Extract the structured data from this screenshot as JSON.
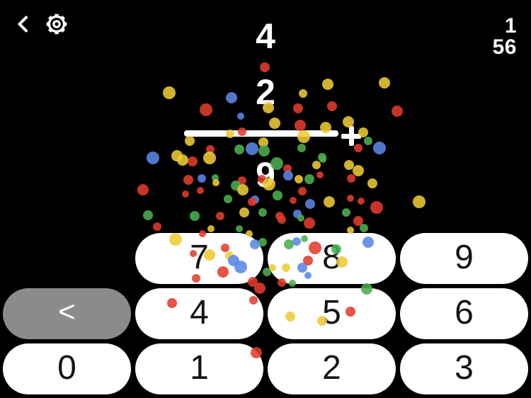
{
  "nav": {
    "back_icon": "chevron-left",
    "settings_icon": "gear"
  },
  "top_right": {
    "line1": "1",
    "line2": "56"
  },
  "problem": {
    "operand1": "4",
    "operand2": "2",
    "operator": "+",
    "answer": "9"
  },
  "keypad": {
    "keys": [
      "7",
      "8",
      "9",
      "<",
      "4",
      "5",
      "6",
      "0",
      "1",
      "2",
      "3"
    ]
  },
  "colors": {
    "background": "#000000",
    "text": "#FFFFFF",
    "key_bg": "#FFFFFF",
    "key_text": "#141414",
    "backspace_bg": "#8B8B8B",
    "backspace_text": "#FFFFFF",
    "confetti": {
      "r": "#E23B2E",
      "y": "#EECB35",
      "b": "#5B86E8",
      "g": "#4CAF50"
    }
  },
  "confetti_dots": [
    [
      374,
      95,
      7,
      "r"
    ],
    [
      239,
      131,
      9,
      "y"
    ],
    [
      463,
      119,
      8,
      "y"
    ],
    [
      543,
      117,
      8,
      "y"
    ],
    [
      428,
      132,
      6,
      "y"
    ],
    [
      327,
      138,
      8,
      "b"
    ],
    [
      291,
      155,
      9,
      "r"
    ],
    [
      340,
      164,
      5,
      "b"
    ],
    [
      379,
      152,
      8,
      "y"
    ],
    [
      469,
      150,
      7,
      "r"
    ],
    [
      421,
      153,
      7,
      "r"
    ],
    [
      561,
      157,
      8,
      "r"
    ],
    [
      268,
      199,
      7,
      "y"
    ],
    [
      297,
      211,
      6,
      "r"
    ],
    [
      272,
      228,
      7,
      "r"
    ],
    [
      285,
      252,
      6,
      "b"
    ],
    [
      216,
      223,
      9,
      "b"
    ],
    [
      250,
      220,
      8,
      "y"
    ],
    [
      258,
      226,
      8,
      "y"
    ],
    [
      296,
      223,
      9,
      "y"
    ],
    [
      325,
      189,
      6,
      "y"
    ],
    [
      342,
      186,
      6,
      "r"
    ],
    [
      388,
      174,
      8,
      "y"
    ],
    [
      424,
      177,
      8,
      "r"
    ],
    [
      460,
      180,
      8,
      "y"
    ],
    [
      492,
      172,
      8,
      "y"
    ],
    [
      513,
      187,
      7,
      "y"
    ],
    [
      520,
      199,
      6,
      "g"
    ],
    [
      506,
      209,
      6,
      "r"
    ],
    [
      536,
      209,
      9,
      "b"
    ],
    [
      429,
      193,
      9,
      "y"
    ],
    [
      426,
      209,
      6,
      "g"
    ],
    [
      455,
      222,
      6,
      "g"
    ],
    [
      372,
      201,
      7,
      "y"
    ],
    [
      373,
      213,
      8,
      "g"
    ],
    [
      356,
      210,
      9,
      "b"
    ],
    [
      338,
      211,
      7,
      "g"
    ],
    [
      391,
      231,
      9,
      "g"
    ],
    [
      406,
      238,
      6,
      "r"
    ],
    [
      447,
      233,
      6,
      "y"
    ],
    [
      456,
      225,
      5,
      "g"
    ],
    [
      493,
      233,
      7,
      "y"
    ],
    [
      506,
      241,
      8,
      "y"
    ],
    [
      496,
      252,
      6,
      "r"
    ],
    [
      526,
      259,
      7,
      "y"
    ],
    [
      510,
      284,
      5,
      "r"
    ],
    [
      532,
      293,
      9,
      "r"
    ],
    [
      592,
      285,
      9,
      "y"
    ],
    [
      506,
      312,
      7,
      "r"
    ],
    [
      452,
      247,
      5,
      "r"
    ],
    [
      437,
      253,
      7,
      "g"
    ],
    [
      422,
      253,
      6,
      "y"
    ],
    [
      407,
      248,
      7,
      "b"
    ],
    [
      370,
      253,
      6,
      "r"
    ],
    [
      380,
      260,
      9,
      "y"
    ],
    [
      342,
      255,
      6,
      "r"
    ],
    [
      304,
      251,
      5,
      "g"
    ],
    [
      266,
      254,
      7,
      "r"
    ],
    [
      202,
      268,
      8,
      "r"
    ],
    [
      262,
      274,
      5,
      "r"
    ],
    [
      283,
      269,
      5,
      "r"
    ],
    [
      209,
      304,
      7,
      "g"
    ],
    [
      275,
      305,
      7,
      "g"
    ],
    [
      305,
      258,
      5,
      "y"
    ],
    [
      333,
      262,
      7,
      "g"
    ],
    [
      343,
      268,
      8,
      "y"
    ],
    [
      322,
      281,
      6,
      "g"
    ],
    [
      360,
      282,
      6,
      "b"
    ],
    [
      392,
      276,
      7,
      "g"
    ],
    [
      427,
      270,
      6,
      "r"
    ],
    [
      465,
      285,
      8,
      "y"
    ],
    [
      495,
      280,
      5,
      "r"
    ],
    [
      438,
      288,
      7,
      "b"
    ],
    [
      414,
      283,
      5,
      "r"
    ],
    [
      356,
      285,
      6,
      "r"
    ],
    [
      345,
      300,
      7,
      "y"
    ],
    [
      395,
      305,
      6,
      "r"
    ],
    [
      420,
      302,
      6,
      "b"
    ],
    [
      371,
      300,
      6,
      "g"
    ],
    [
      311,
      305,
      6,
      "r"
    ],
    [
      489,
      300,
      6,
      "g"
    ],
    [
      514,
      322,
      6,
      "g"
    ],
    [
      495,
      325,
      5,
      "y"
    ],
    [
      222,
      320,
      6,
      "r"
    ],
    [
      248,
      338,
      9,
      "y"
    ],
    [
      273,
      358,
      5,
      "r"
    ],
    [
      296,
      360,
      8,
      "y"
    ],
    [
      286,
      330,
      5,
      "r"
    ],
    [
      298,
      323,
      5,
      "y"
    ],
    [
      338,
      323,
      5,
      "g"
    ],
    [
      352,
      330,
      5,
      "y"
    ],
    [
      318,
      350,
      6,
      "r"
    ],
    [
      324,
      361,
      6,
      "y"
    ],
    [
      330,
      368,
      8,
      "b"
    ],
    [
      340,
      377,
      9,
      "b"
    ],
    [
      360,
      345,
      7,
      "b"
    ],
    [
      371,
      342,
      6,
      "g"
    ],
    [
      315,
      384,
      8,
      "r"
    ],
    [
      377,
      384,
      6,
      "g"
    ],
    [
      385,
      378,
      5,
      "y"
    ],
    [
      357,
      398,
      7,
      "r"
    ],
    [
      367,
      407,
      8,
      "r"
    ],
    [
      277,
      393,
      6,
      "r"
    ],
    [
      398,
      310,
      6,
      "r"
    ],
    [
      425,
      308,
      5,
      "g"
    ],
    [
      437,
      315,
      8,
      "r"
    ],
    [
      408,
      345,
      7,
      "g"
    ],
    [
      419,
      341,
      6,
      "b"
    ],
    [
      430,
      337,
      5,
      "g"
    ],
    [
      445,
      350,
      9,
      "r"
    ],
    [
      475,
      352,
      7,
      "g"
    ],
    [
      483,
      370,
      8,
      "y"
    ],
    [
      435,
      368,
      7,
      "r"
    ],
    [
      427,
      378,
      7,
      "b"
    ],
    [
      404,
      378,
      6,
      "y"
    ],
    [
      435,
      389,
      5,
      "b"
    ],
    [
      398,
      399,
      6,
      "r"
    ],
    [
      413,
      400,
      5,
      "g"
    ],
    [
      520,
      342,
      8,
      "b"
    ],
    [
      518,
      408,
      8,
      "g"
    ],
    [
      243,
      428,
      7,
      "r"
    ],
    [
      358,
      424,
      6,
      "r"
    ],
    [
      410,
      447,
      7,
      "y"
    ],
    [
      455,
      453,
      7,
      "y"
    ],
    [
      495,
      440,
      7,
      "r"
    ],
    [
      362,
      498,
      8,
      "r"
    ]
  ]
}
